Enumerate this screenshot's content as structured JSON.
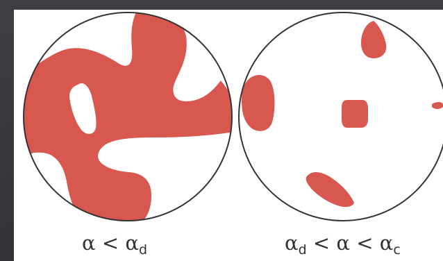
{
  "colors": {
    "background": "#38383c",
    "panel": "#ffffff",
    "fill": "#d8574f",
    "outline": "#333333",
    "text": "#333333"
  },
  "panels": [
    {
      "id": "left",
      "caption": {
        "lhs_symbol": "α",
        "relation_1": "<",
        "rhs_symbol": "α",
        "rhs_subscript": "d"
      }
    },
    {
      "id": "right",
      "caption": {
        "lhs_symbol": "α",
        "lhs_subscript": "d",
        "relation_1": "<",
        "mid_symbol": "α",
        "relation_2": "<",
        "rhs_symbol": "α",
        "rhs_subscript": "c"
      }
    }
  ]
}
